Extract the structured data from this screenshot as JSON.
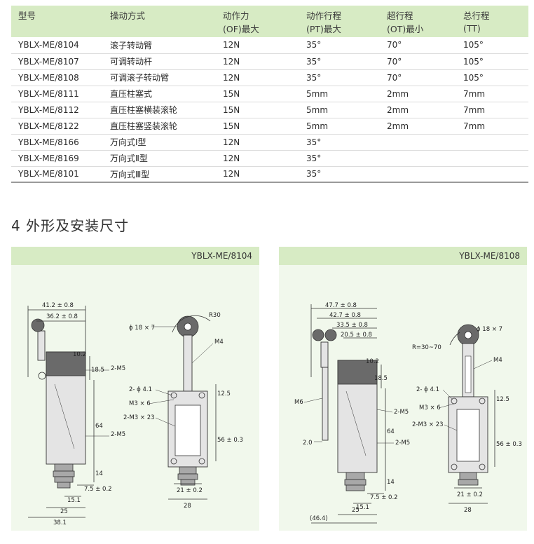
{
  "table": {
    "headers": [
      {
        "line1": "型号",
        "line2": ""
      },
      {
        "line1": "操动方式",
        "line2": ""
      },
      {
        "line1": "动作力",
        "line2": "(OF)最大"
      },
      {
        "line1": "动作行程",
        "line2": "(PT)最大"
      },
      {
        "line1": "超行程",
        "line2": "(OT)最小"
      },
      {
        "line1": "总行程",
        "line2": "(TT)"
      }
    ],
    "rows": [
      [
        "YBLX-ME/8104",
        "滚子转动臂",
        "12N",
        "35°",
        "70°",
        "105°"
      ],
      [
        "YBLX-ME/8107",
        "可调转动杆",
        "12N",
        "35°",
        "70°",
        "105°"
      ],
      [
        "YBLX-ME/8108",
        "可调滚子转动臂",
        "12N",
        "35°",
        "70°",
        "105°"
      ],
      [
        "YBLX-ME/8111",
        "直压柱塞式",
        "15N",
        "5mm",
        "2mm",
        "7mm"
      ],
      [
        "YBLX-ME/8112",
        "直压柱塞横装滚轮",
        "15N",
        "5mm",
        "2mm",
        "7mm"
      ],
      [
        "YBLX-ME/8122",
        "直压柱塞竖装滚轮",
        "15N",
        "5mm",
        "2mm",
        "7mm"
      ],
      [
        "YBLX-ME/8166",
        "万向式Ⅰ型",
        "12N",
        "35°",
        "",
        ""
      ],
      [
        "YBLX-ME/8169",
        "万向式Ⅱ型",
        "12N",
        "35°",
        "",
        ""
      ],
      [
        "YBLX-ME/8101",
        "万向式Ⅲ型",
        "12N",
        "35°",
        "",
        ""
      ]
    ]
  },
  "section_title": "4 外形及安装尺寸",
  "panels": {
    "a": {
      "model": "YBLX-ME/8104",
      "dims": {
        "d1": "41.2 ± 0.8",
        "d2": "36.2 ± 0.8",
        "d3": "10.2",
        "d4": "18.5",
        "d5": "2-M5",
        "d6": "64",
        "d7": "2-M5",
        "d8": "14",
        "d9": "7.5 ± 0.2",
        "d10": "15.1",
        "d11": "25",
        "d12": "38.1",
        "e1": "ϕ 18 × 7",
        "e2": "R30",
        "e3": "M4",
        "e4": "2- ϕ 4.1",
        "e5": "12.5",
        "e6": "M3 × 6",
        "e7": "2-M3 × 23",
        "e8": "56 ± 0.3",
        "e9": "21 ± 0.2",
        "e10": "28"
      }
    },
    "b": {
      "model": "YBLX-ME/8108",
      "dims": {
        "d1": "47.7 ± 0.8",
        "d2": "42.7 ± 0.8",
        "d3": "33.5 ± 0.8",
        "d4": "20.5 ± 0.8",
        "d5": "10.2",
        "d6": "18.5",
        "d7": "M6",
        "d8": "2-M5",
        "d9": "64",
        "d10": "2.0",
        "d11": "2-M5",
        "d12": "14",
        "d13": "7.5 ± 0.2",
        "d14": "15.1",
        "d15": "25",
        "d16": "(46.4)",
        "e1": "ϕ 18 × 7",
        "e2": "R=30~70",
        "e3": "M4",
        "e4": "2- ϕ 4.1",
        "e5": "12.5",
        "e6": "M3 × 6",
        "e7": "2-M3 × 23",
        "e8": "56 ± 0.3",
        "e9": "21 ± 0.2",
        "e10": "28"
      }
    }
  }
}
